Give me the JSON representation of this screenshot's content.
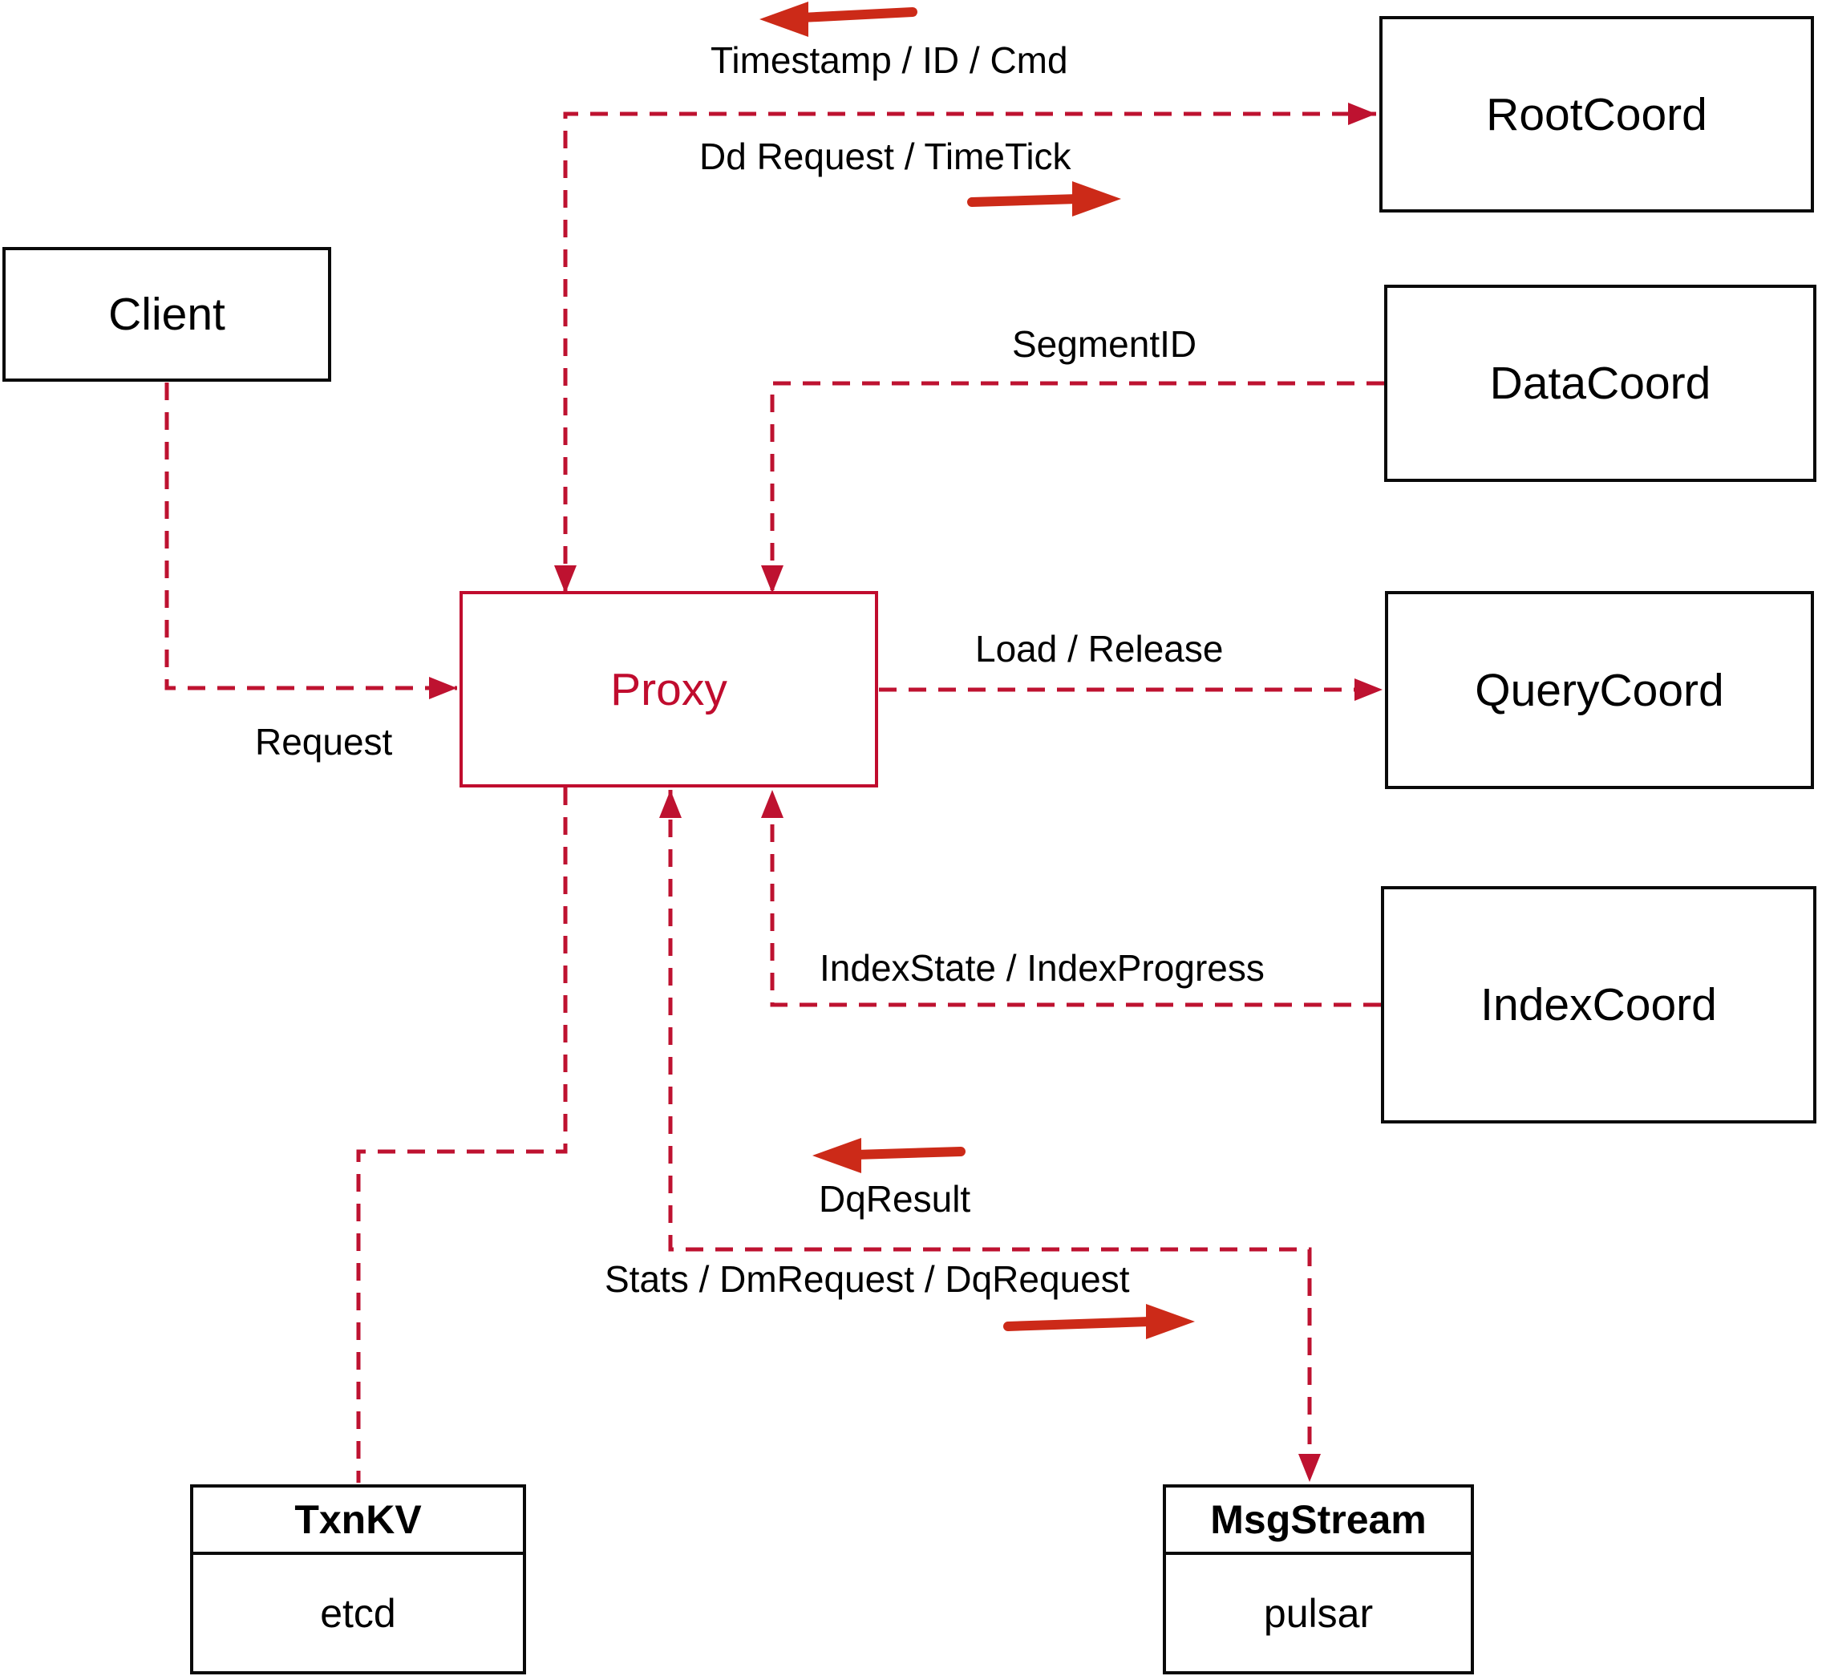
{
  "diagram": {
    "nodes": {
      "client": {
        "label": "Client"
      },
      "proxy": {
        "label": "Proxy"
      },
      "rootcoord": {
        "label": "RootCoord"
      },
      "datacoord": {
        "label": "DataCoord"
      },
      "querycoord": {
        "label": "QueryCoord"
      },
      "indexcoord": {
        "label": "IndexCoord"
      },
      "txnkv": {
        "title": "TxnKV",
        "engine": "etcd"
      },
      "msgstream": {
        "title": "MsgStream",
        "engine": "pulsar"
      }
    },
    "edge_labels": {
      "timestamp_id_cmd": "Timestamp / ID / Cmd",
      "dd_request_timetick": "Dd Request / TimeTick",
      "segment_id": "SegmentID",
      "request": "Request",
      "load_release": "Load / Release",
      "index_state_progress": "IndexState / IndexProgress",
      "dq_result": "DqResult",
      "stats_dm_dq": "Stats / DmRequest / DqRequest"
    },
    "edges": [
      {
        "from": "proxy",
        "to": "rootcoord",
        "style": "dashed",
        "arrows": "both",
        "label_to": "Dd Request / TimeTick",
        "label_from": "Timestamp / ID / Cmd"
      },
      {
        "from": "datacoord",
        "to": "proxy",
        "style": "dashed",
        "arrows": "to",
        "label_to": "SegmentID"
      },
      {
        "from": "client",
        "to": "proxy",
        "style": "dashed",
        "arrows": "to",
        "label_to": "Request"
      },
      {
        "from": "proxy",
        "to": "querycoord",
        "style": "dashed",
        "arrows": "to",
        "label_to": "Load / Release"
      },
      {
        "from": "indexcoord",
        "to": "proxy",
        "style": "dashed",
        "arrows": "to",
        "label_to": "IndexState / IndexProgress"
      },
      {
        "from": "proxy",
        "to": "txnkv",
        "style": "dashed",
        "arrows": "none"
      },
      {
        "from": "proxy",
        "to": "msgstream",
        "style": "dashed",
        "arrows": "both",
        "label_to": "Stats / DmRequest / DqRequest",
        "label_from": "DqResult"
      }
    ],
    "colors": {
      "dashed_line": "#be1230",
      "solid_arrow": "#cc2a18",
      "proxy_accent": "#c00c2e",
      "box_border": "#0a0a0a",
      "background": "#ffffff"
    }
  }
}
